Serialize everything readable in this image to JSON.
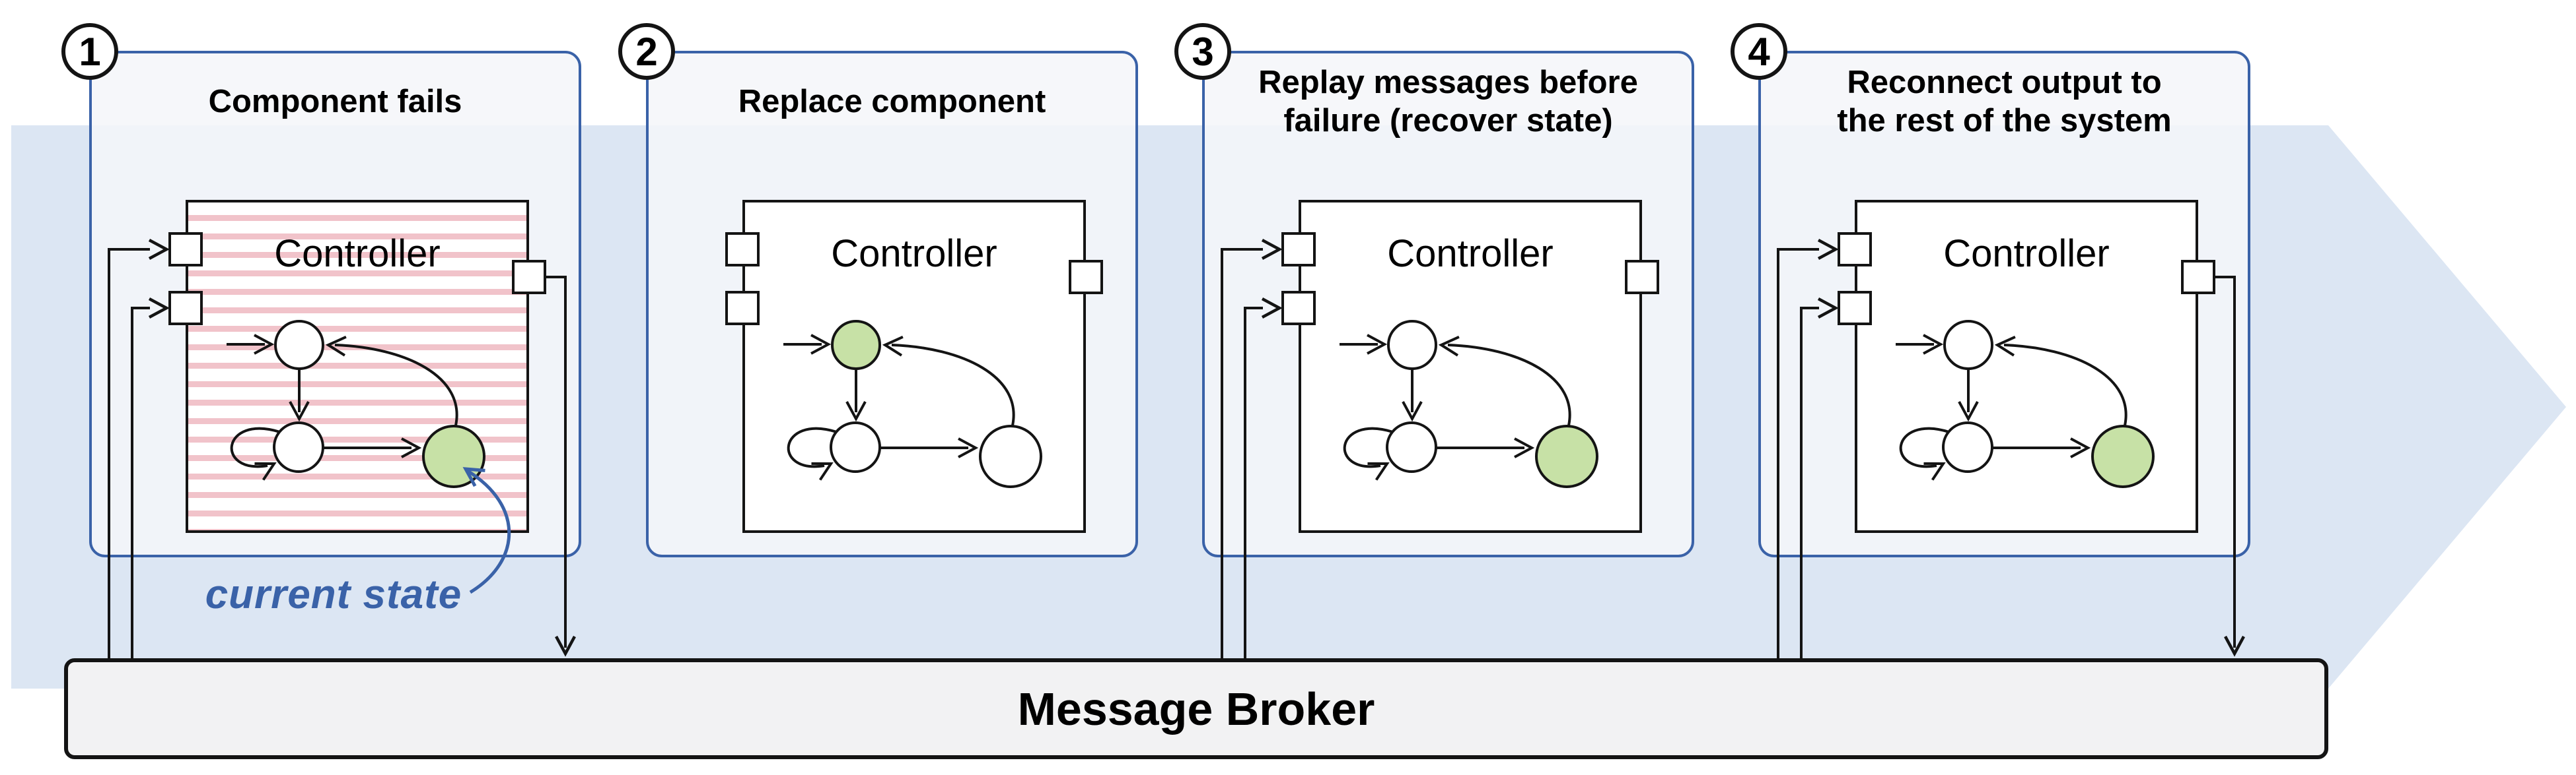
{
  "figure": {
    "kind": "process-flow-diagram",
    "colors": {
      "background_arrow": "#dce6f3",
      "panel_border": "#3a62a8",
      "active_state_green": "#c7e1a6",
      "failure_stripe_pink": "#f1c3ca"
    }
  },
  "steps": [
    {
      "num": "1",
      "title": "Component fails",
      "component_label": "Controller",
      "failed": true,
      "green_state": "bottom-right",
      "inputs_connected": true,
      "output_connected": true
    },
    {
      "num": "2",
      "title": "Replace component",
      "component_label": "Controller",
      "failed": false,
      "green_state": "top",
      "inputs_connected": false,
      "output_connected": false
    },
    {
      "num": "3",
      "title": "Replay messages before\nfailure (recover state)",
      "component_label": "Controller",
      "failed": false,
      "green_state": "bottom-right",
      "inputs_connected": true,
      "output_connected": false
    },
    {
      "num": "4",
      "title": "Reconnect output to\nthe rest of the system",
      "component_label": "Controller",
      "failed": false,
      "green_state": "bottom-right",
      "inputs_connected": true,
      "output_connected": true
    }
  ],
  "broker": {
    "label": "Message Broker"
  },
  "annotation": {
    "label": "current state"
  }
}
